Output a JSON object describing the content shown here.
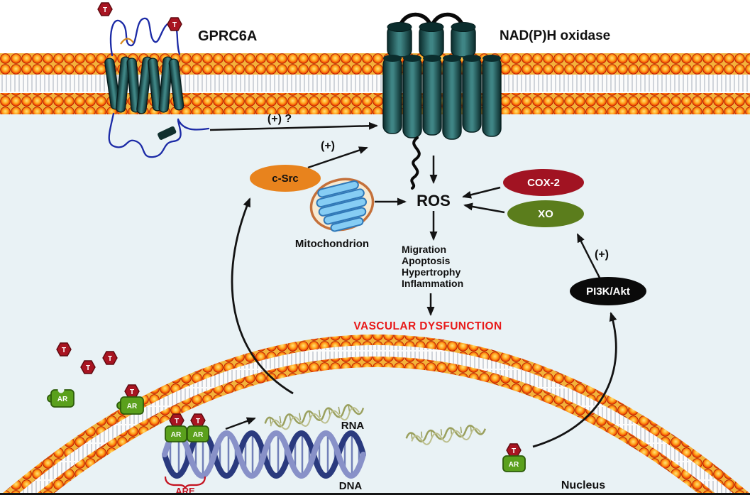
{
  "labels": {
    "gprc6a": "GPRC6A",
    "nadph": "NAD(P)H oxidase",
    "mitochondrion": "Mitochondrion",
    "nucleus": "Nucleus",
    "rna": "RNA",
    "dna": "DNA",
    "are": "ARE",
    "ros": "ROS"
  },
  "nodes": {
    "csrc": "c-Src",
    "cox2": "COX-2",
    "xo": "XO",
    "pi3k": "PI3K/Akt"
  },
  "annotations": {
    "activation_unknown": "(+) ?",
    "activation_csrc": "(+)",
    "activation_pi3k": "(+)"
  },
  "effects": [
    "Migration",
    "Apoptosis",
    "Hypertrophy",
    "Inflammation"
  ],
  "outcome": "VASCULAR DYSFUNCTION",
  "molecules": {
    "ligand": "T",
    "receptor": "AR"
  },
  "colors": {
    "background_lower": "#e9f2f5",
    "background_upper": "#ffffff",
    "csrc": "#e8831d",
    "csrc_text": "#8c2f00",
    "cox2": "#a11322",
    "xo": "#5b7d1c",
    "pi3k": "#0a0a0a",
    "node_text": "#ffffff",
    "outcome_text": "#e81a1a",
    "are_text": "#c41220",
    "ligand_fill": "#a81421",
    "receptor_fill": "#5aa01c",
    "membrane_bead": "#ff8c00",
    "helix_teal": "#2e6b6b",
    "dna_strand_light": "#8891c8",
    "dna_strand_dark": "#2a3a7e",
    "rna_strand": "#9aa05e",
    "arrow": "#131313"
  }
}
